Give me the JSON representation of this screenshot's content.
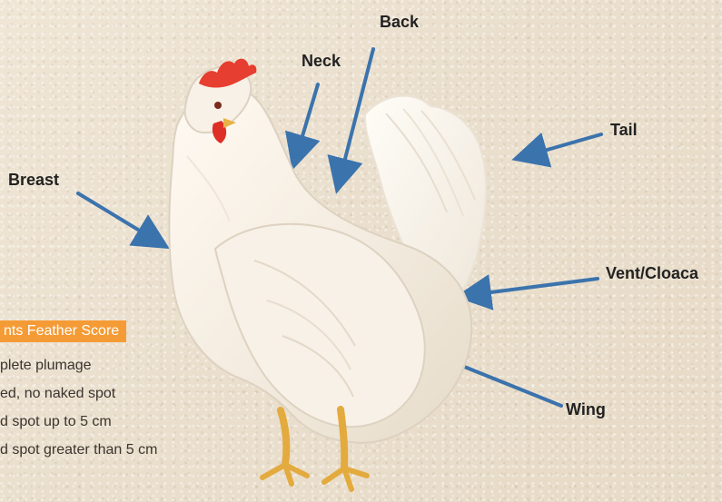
{
  "labels": {
    "back": "Back",
    "neck": "Neck",
    "tail": "Tail",
    "breast": "Breast",
    "vent_cloaca": "Vent/Cloaca",
    "wing": "Wing"
  },
  "score_panel": {
    "header": "nts Feather Score",
    "lines": [
      "plete plumage",
      "ed, no naked spot",
      "d spot up to 5 cm",
      "d spot greater than 5 cm"
    ]
  },
  "colors": {
    "arrow": "#3b73ad",
    "header_bg": "#f59b36",
    "header_text": "#ffffff",
    "label_text": "#222222",
    "score_text": "#3b352f",
    "chicken_body": "#f7efe3",
    "comb": "#e63e30",
    "legs": "#e3aa3e"
  }
}
